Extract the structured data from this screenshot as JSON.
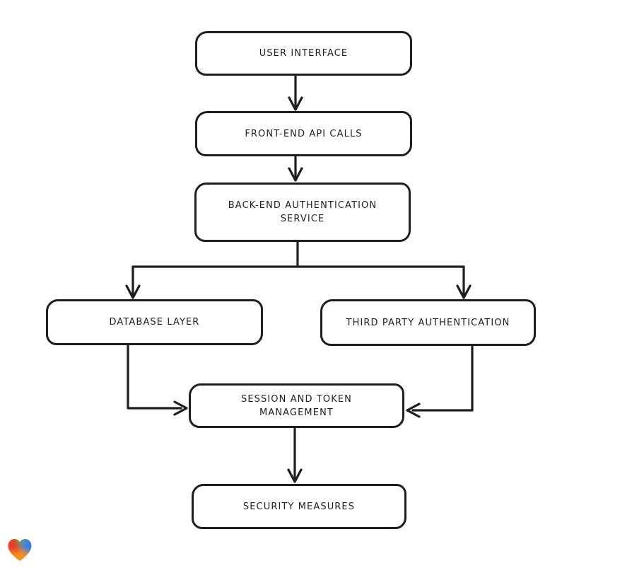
{
  "canvas": {
    "background": "#ffffff",
    "stroke_color": "#1e1e1e",
    "node_fill": "#ffffff",
    "text_color": "#1f1f1f"
  },
  "nodes": [
    {
      "id": "user-interface",
      "label": "USER INTERFACE"
    },
    {
      "id": "front-end-api-calls",
      "label": "FRONT-END API CALLS"
    },
    {
      "id": "back-end-authentication-service",
      "label": "BACK-END AUTHENTICATION SERVICE"
    },
    {
      "id": "database-layer",
      "label": "DATABASE LAYER"
    },
    {
      "id": "third-party-authentication",
      "label": "THIRD PARTY AUTHENTICATION"
    },
    {
      "id": "session-and-token-management",
      "label": "SESSION AND TOKEN MANAGEMENT"
    },
    {
      "id": "security-measures",
      "label": "SECURITY MEASURES"
    }
  ],
  "edges": [
    {
      "from": "user-interface",
      "to": "front-end-api-calls"
    },
    {
      "from": "front-end-api-calls",
      "to": "back-end-authentication-service"
    },
    {
      "from": "back-end-authentication-service",
      "to": "database-layer"
    },
    {
      "from": "back-end-authentication-service",
      "to": "third-party-authentication"
    },
    {
      "from": "database-layer",
      "to": "session-and-token-management"
    },
    {
      "from": "third-party-authentication",
      "to": "session-and-token-management"
    },
    {
      "from": "session-and-token-management",
      "to": "security-measures"
    }
  ],
  "watermark": {
    "name": "gradient-heart-logo",
    "colors": {
      "red": "#E93A2B",
      "green": "#54BE49",
      "blue": "#2E7CF6",
      "orange": "#F7941E"
    }
  }
}
